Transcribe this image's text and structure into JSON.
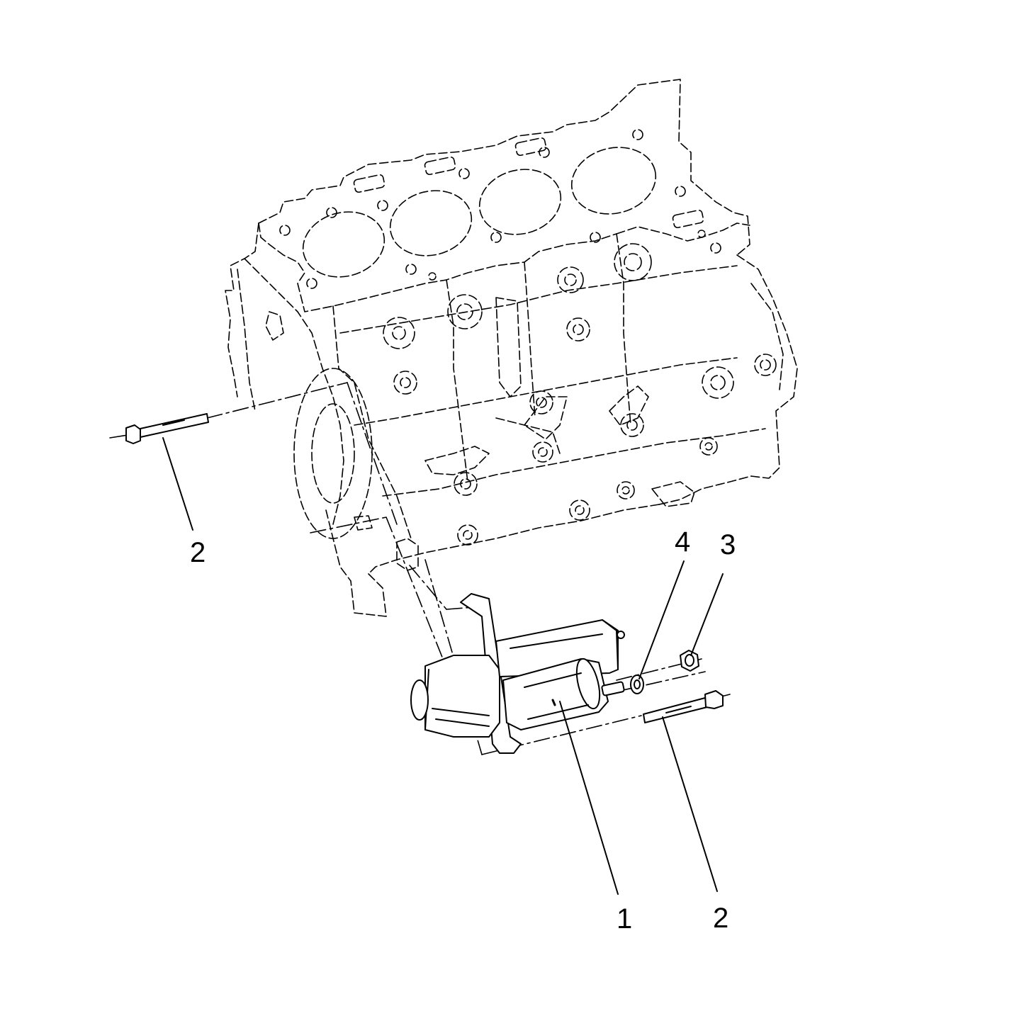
{
  "callouts": {
    "starter_motor": "1",
    "bolt_left": "2",
    "bolt_right": "2",
    "nut": "3",
    "washer": "4"
  },
  "colors": {
    "line": "#000000",
    "background": "#ffffff"
  }
}
